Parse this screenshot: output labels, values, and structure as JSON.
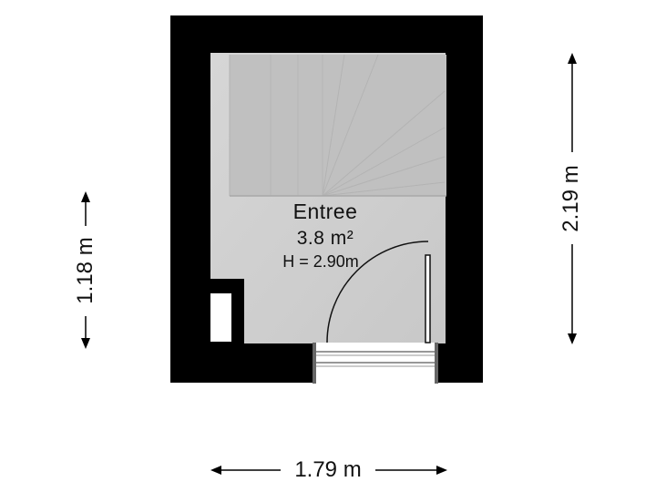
{
  "room": {
    "name": "Entree",
    "area": "3.8 m²",
    "height": "H = 2.90m"
  },
  "dimensions": {
    "width": "1.79 m",
    "depth_left": "1.18 m",
    "depth_right": "2.19 m"
  },
  "colors": {
    "wall": "#000000",
    "floor": "#cfcfcf",
    "stairs": "#c2c2c2",
    "background": "#ffffff"
  }
}
